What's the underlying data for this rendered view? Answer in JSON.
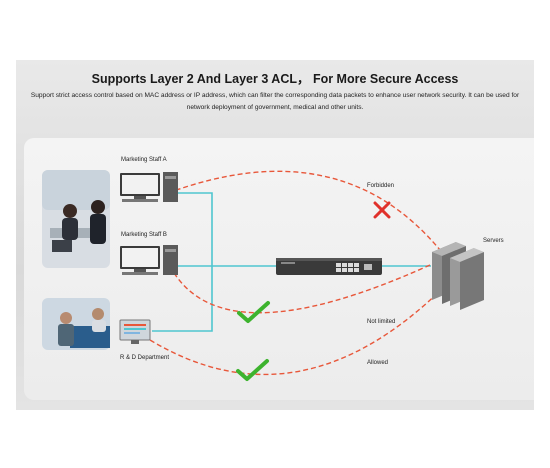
{
  "header": {
    "title": "Supports Layer 2 And Layer 3 ACL， For More Secure Access",
    "description": "Support strict access control based on MAC address or IP address, which can filter the corresponding data packets to enhance user network security. It can be used for network deployment of government, medical and other units."
  },
  "diagram": {
    "nodes": {
      "staff_a": "Marketing Staff A",
      "staff_b": "Marketing Staff B",
      "rd": "R & D Department",
      "servers": "Servers"
    },
    "paths": {
      "forbidden": "Forbidden",
      "not_limited": "Not limited",
      "allowed": "Allowed"
    },
    "colors": {
      "link": "#4fc6cf",
      "acl_path": "#e8573a",
      "check": "#3db32e",
      "cross": "#e0312b"
    }
  }
}
